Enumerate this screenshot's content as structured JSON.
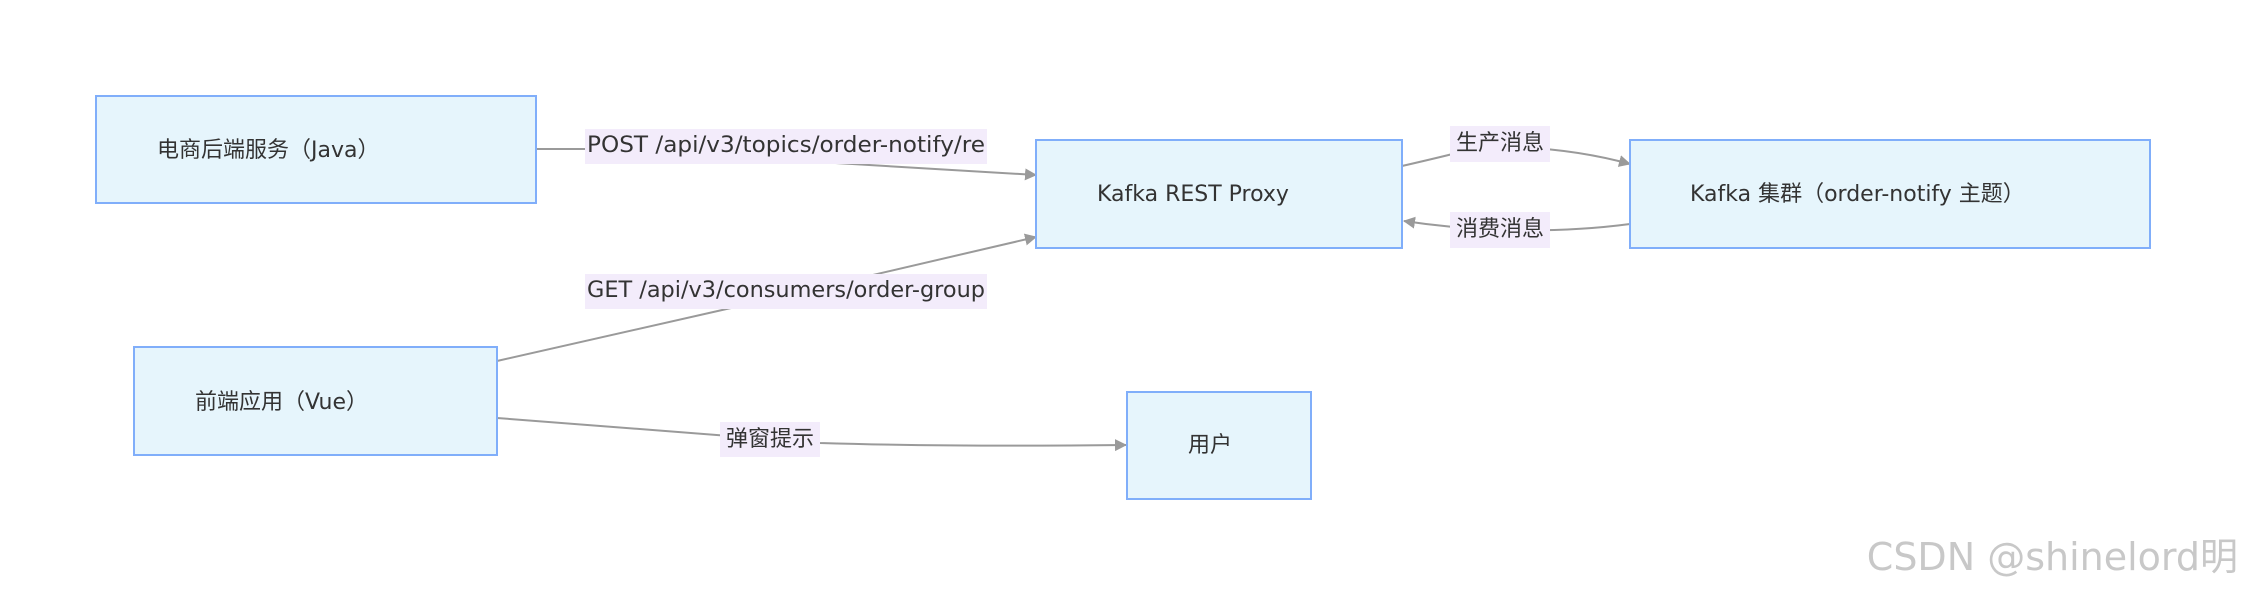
{
  "nodes": {
    "backend": "电商后端服务（Java）",
    "proxy": "Kafka REST Proxy",
    "kafka": "Kafka 集群（order-notify 主题）",
    "frontend": "前端应用（Vue）",
    "user": "用户"
  },
  "edges": {
    "backend_to_proxy": "POST /api/v3/topics/order-notify/re",
    "frontend_to_proxy": "GET /api/v3/consumers/order-group",
    "proxy_to_kafka": "生产消息",
    "kafka_to_proxy": "消费消息",
    "frontend_to_user": "弹窗提示"
  },
  "watermark": "CSDN @shinelord明",
  "colors": {
    "node_fill": "#e6f5fc",
    "node_border": "#80aefa",
    "edge_stroke": "#9a9a9a",
    "edge_label_bg": "#f3ecfb",
    "text": "#333333"
  }
}
